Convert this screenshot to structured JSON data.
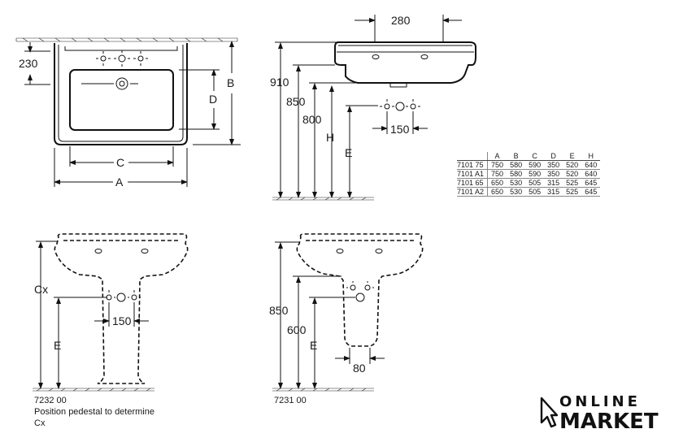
{
  "dimensions": {
    "top_view": {
      "d230": "230",
      "A": "A",
      "B": "B",
      "C": "C",
      "D": "D"
    },
    "side_view": {
      "d280": "280",
      "d910": "910",
      "d850": "850",
      "d800": "800",
      "H": "H",
      "E": "E",
      "d150": "150"
    },
    "pedestal_view": {
      "Cx": "Cx",
      "E": "E",
      "d150": "150",
      "model": "7232 00",
      "note_line1": "Position pedestal to determine",
      "note_line2": "Cx"
    },
    "semi_pedestal_view": {
      "d850": "850",
      "d600": "600",
      "E": "E",
      "d80": "80",
      "model": "7231 00"
    }
  },
  "table": {
    "headers": [
      "",
      "A",
      "B",
      "C",
      "D",
      "E",
      "H"
    ],
    "rows": [
      [
        "7101 75",
        "750",
        "580",
        "590",
        "350",
        "520",
        "640"
      ],
      [
        "7101 A1",
        "750",
        "580",
        "590",
        "350",
        "520",
        "640"
      ],
      [
        "7101 65",
        "650",
        "530",
        "505",
        "315",
        "525",
        "645"
      ],
      [
        "7101 A2",
        "650",
        "530",
        "505",
        "315",
        "525",
        "645"
      ]
    ]
  },
  "logo": {
    "line1": "ONLINE",
    "line2": "MARKET"
  }
}
